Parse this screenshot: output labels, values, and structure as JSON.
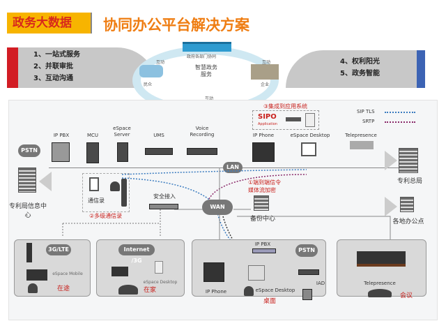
{
  "header": {
    "tag": "政务大数据",
    "title": "协同办公平台解决方案"
  },
  "banner": {
    "left_items": [
      "1、一站式服务",
      "2、并联审批",
      "3、互动沟通"
    ],
    "right_items": [
      "4、权利阳光",
      "5、政务智能"
    ],
    "circle": {
      "top": "政府各部门协同",
      "center": "智慧政务服务",
      "left": "民众",
      "right": "企业",
      "interaction": "互动"
    },
    "colors": {
      "left_bar": "#d21d24",
      "right_bar": "#3c63b4",
      "tag_bg": "#f7b400",
      "title": "#ef7d12"
    }
  },
  "diagram": {
    "legend": [
      {
        "label": "SIP TLS",
        "color": "#3a7bbf"
      },
      {
        "label": "SRTP",
        "color": "#8a2a6a"
      }
    ],
    "integration": {
      "label": "③集成到应用系统",
      "app": "SIPO",
      "app_sub": "Application"
    },
    "devices": [
      "IP PBX",
      "MCU",
      "eSpace Server",
      "UMS",
      "Voice Recording",
      "IP Phone",
      "eSpace Desktop",
      "Telepresence"
    ],
    "pstn": "PSTN",
    "lan": "LAN",
    "wan": "WAN",
    "left_site": "专利局信息中心",
    "right_top": "专利总局",
    "right_bottom": "各地办公点",
    "directory": {
      "label": "通信录",
      "caption": "②多级通信录"
    },
    "secure_access": "安全接入",
    "encryption": [
      "①端到端信令",
      "媒体流加密"
    ],
    "backup": "备份中心",
    "scenarios": [
      {
        "cloud": "3G/LTE",
        "device": "eSpace Mobile",
        "label": "在途"
      },
      {
        "cloud": "Internet /3G",
        "device": "eSpace Desktop",
        "label": "在家"
      },
      {
        "pbx": "IP PBX",
        "cloud": "PSTN",
        "phone": "IP Phone",
        "device": "eSpace Desktop",
        "iad": "IAD",
        "label": "桌面"
      },
      {
        "device": "Telepresence",
        "label": "会议"
      }
    ]
  }
}
